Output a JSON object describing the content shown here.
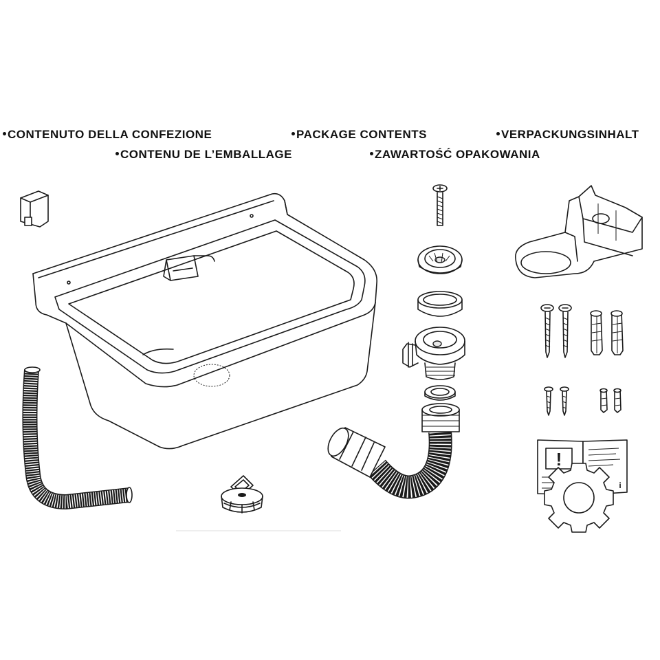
{
  "headings": {
    "italian": "CONTENUTO DELLA CONFEZIONE",
    "english": "PACKAGE CONTENTS",
    "german": "VERPACKUNGSINHALT",
    "french": "CONTENU DE L’EMBALLAGE",
    "polish": "ZAWARTOŚĆ OPAKOWANIA"
  },
  "leaflet": {
    "warning_symbol": "!",
    "info_symbol": "i"
  },
  "colors": {
    "line": "#1a1a1a",
    "background": "#ffffff",
    "shade": "#e9e9e9"
  }
}
